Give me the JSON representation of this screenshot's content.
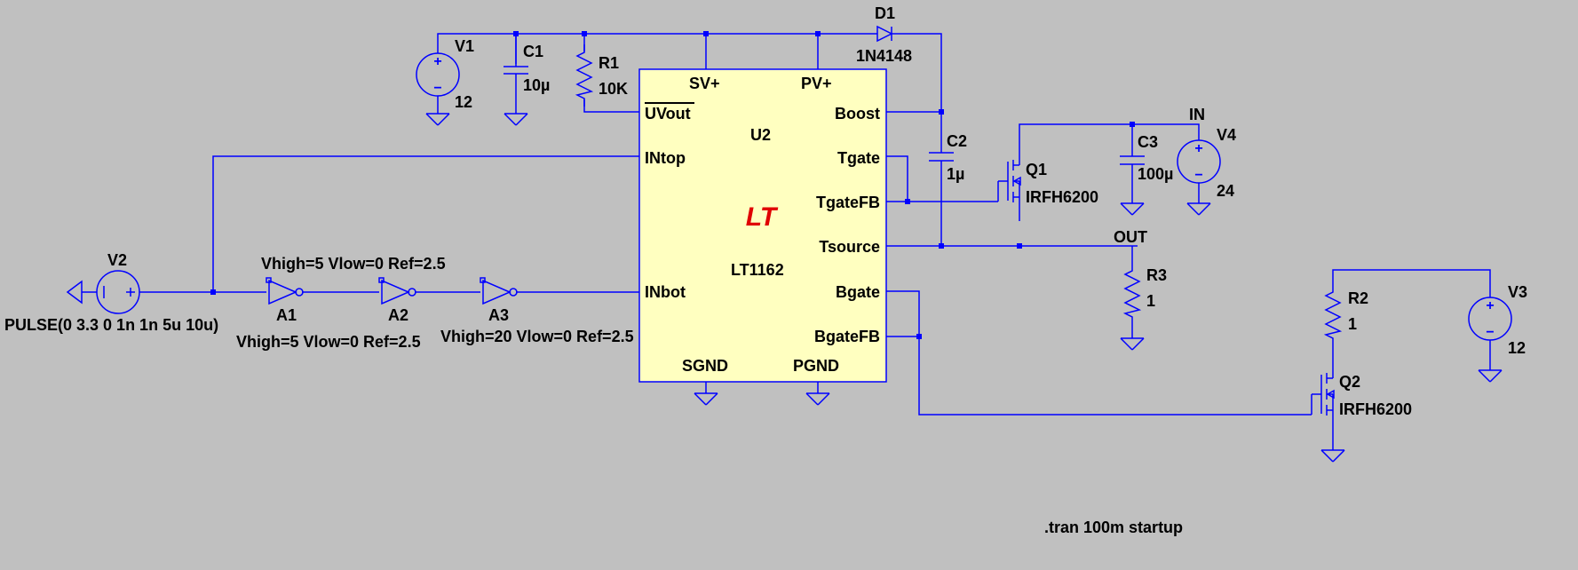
{
  "ic": {
    "ref": "U2",
    "part": "LT1162",
    "logo": "LT",
    "pins": {
      "sv": "SV+",
      "pv": "PV+",
      "uvout": "UVout",
      "boost": "Boost",
      "intop": "INtop",
      "tgate": "Tgate",
      "tgatefb": "TgateFB",
      "tsource": "Tsource",
      "inbot": "INbot",
      "bgate": "Bgate",
      "bgatefb": "BgateFB",
      "sgnd": "SGND",
      "pgnd": "PGND"
    }
  },
  "v1": {
    "ref": "V1",
    "value": "12"
  },
  "c1": {
    "ref": "C1",
    "value": "10µ"
  },
  "r1": {
    "ref": "R1",
    "value": "10K"
  },
  "d1": {
    "ref": "D1",
    "value": "1N4148"
  },
  "c2": {
    "ref": "C2",
    "value": "1µ"
  },
  "q1": {
    "ref": "Q1",
    "value": "IRFH6200"
  },
  "c3": {
    "ref": "C3",
    "value": "100µ"
  },
  "v4": {
    "ref": "V4",
    "value": "24"
  },
  "r3": {
    "ref": "R3",
    "value": "1"
  },
  "r2": {
    "ref": "R2",
    "value": "1"
  },
  "v3": {
    "ref": "V3",
    "value": "12"
  },
  "q2": {
    "ref": "Q2",
    "value": "IRFH6200"
  },
  "v2": {
    "ref": "V2",
    "value": "PULSE(0 3.3 0 1n 1n 5u 10u)"
  },
  "a1": {
    "ref": "A1",
    "params": "Vhigh=5 Vlow=0 Ref=2.5"
  },
  "a2": {
    "ref": "A2",
    "params": "Vhigh=5 Vlow=0 Ref=2.5"
  },
  "a3": {
    "ref": "A3",
    "params": "Vhigh=20 Vlow=0 Ref=2.5"
  },
  "nets": {
    "in": "IN",
    "out": "OUT"
  },
  "directive": ".tran 100m startup",
  "colors": {
    "background": "#c0c0c0",
    "wire": "#0000ff",
    "ic_fill": "#ffffc0",
    "logo": "#e00000"
  }
}
